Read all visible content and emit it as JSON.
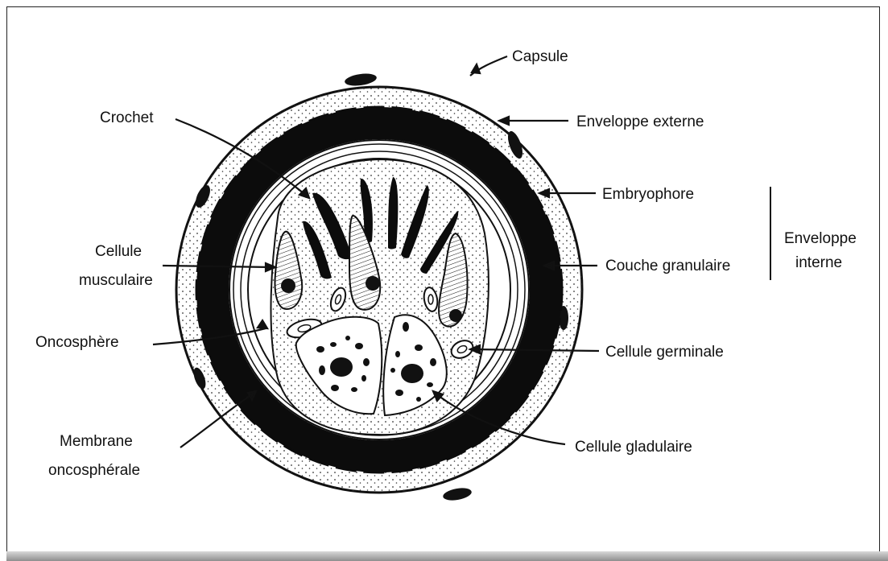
{
  "labels": {
    "capsule": "Capsule",
    "crochet": "Crochet",
    "enveloppe_externe": "Enveloppe externe",
    "embryophore": "Embryophore",
    "enveloppe_interne_1": "Enveloppe",
    "enveloppe_interne_2": "interne",
    "cellule_musculaire_1": "Cellule",
    "cellule_musculaire_2": "musculaire",
    "couche_granulaire": "Couche granulaire",
    "oncosphere": "Oncosphère",
    "cellule_germinale": "Cellule germinale",
    "membrane_1": "Membrane",
    "membrane_2": "oncosphérale",
    "cellule_glandulaire": "Cellule gladulaire"
  }
}
